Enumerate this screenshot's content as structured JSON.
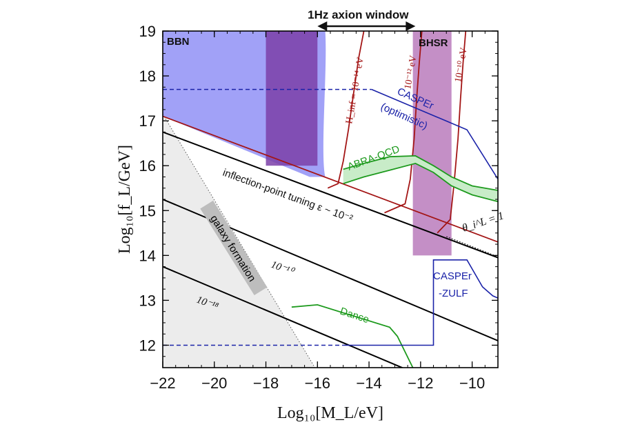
{
  "chart_data": {
    "type": "line",
    "xlabel": "Log₁₀[M_L/eV]",
    "ylabel": "Log₁₀[f_L/GeV]",
    "xlim": [
      -22,
      -9
    ],
    "ylim": [
      11.5,
      19
    ],
    "x_ticks": [
      -22,
      -20,
      -18,
      -16,
      -14,
      -12,
      -10
    ],
    "y_ticks": [
      12,
      13,
      14,
      15,
      16,
      17,
      18,
      19
    ],
    "top_annotation": "1Hz axion window",
    "top_window_x": [
      -16,
      -12.2
    ],
    "regions": [
      {
        "name": "BBN",
        "color": "#8c8cf5"
      },
      {
        "name": "BHSR",
        "color": "#b06ab3",
        "x": [
          -12.3,
          -10.8
        ],
        "y": [
          14,
          19
        ]
      },
      {
        "name": "galaxy formation",
        "color": "#e6e6e6"
      },
      {
        "name": "purple-band",
        "color": "#7b3fa8",
        "x": [
          -18,
          -16
        ],
        "y": [
          16,
          19
        ]
      }
    ],
    "tuning_lines": {
      "color": "#000000",
      "labels": [
        "inflection-point tuning ε ~ 10⁻²",
        "10⁻¹⁰",
        "10⁻¹⁸"
      ],
      "series": [
        {
          "x": [
            -22,
            -9
          ],
          "y": [
            17.1,
            14.3
          ]
        },
        {
          "x": [
            -22,
            -9
          ],
          "y": [
            16.75,
            13.95
          ]
        },
        {
          "x": [
            -22,
            -9
          ],
          "y": [
            15.25,
            12.1
          ]
        },
        {
          "x": [
            -22,
            -9
          ],
          "y": [
            13.75,
            10.6
          ]
        }
      ]
    },
    "hinf_curves": {
      "color": "#a31515",
      "labels": [
        "H_inf = 10⁻¹⁴ eV",
        "10⁻¹² eV",
        "10⁻¹⁰ eV"
      ],
      "series": [
        {
          "x": [
            -15.6,
            -15.2,
            -15.0,
            -14.8,
            -14.6,
            -14.4,
            -14.2
          ],
          "y": [
            15.5,
            15.6,
            16.1,
            16.8,
            17.6,
            18.4,
            19.0
          ]
        },
        {
          "x": [
            -13.4,
            -12.6,
            -12.4,
            -12.25,
            -12.15,
            -12.05,
            -11.95
          ],
          "y": [
            14.95,
            15.15,
            15.7,
            16.6,
            17.5,
            18.3,
            19.0
          ]
        },
        {
          "x": [
            -11.35,
            -10.85,
            -10.7,
            -10.55,
            -10.45,
            -10.35,
            -10.25
          ],
          "y": [
            14.5,
            14.8,
            15.6,
            16.6,
            17.5,
            18.3,
            19.0
          ]
        }
      ]
    },
    "casper_optimistic": {
      "color": "#1a22a8",
      "label": "CASPEr (optimistic)",
      "dashed": {
        "x": [
          -22,
          -13.9
        ],
        "y": [
          17.7,
          17.7
        ]
      },
      "solid": {
        "x": [
          -13.9,
          -10.2,
          -9
        ],
        "y": [
          17.7,
          16.8,
          15.7
        ]
      }
    },
    "casper_zulf": {
      "color": "#1a22a8",
      "label": "CASPEr -ZULF",
      "dashed": {
        "x": [
          -22,
          -15
        ],
        "y": [
          12.0,
          12.0
        ]
      },
      "solid": {
        "x": [
          -15,
          -11.5,
          -11.5,
          -10.2,
          -9.6,
          -9.2,
          -9
        ],
        "y": [
          12.0,
          12.0,
          13.9,
          13.9,
          13.3,
          13.1,
          13.05
        ]
      }
    },
    "abra_qcd": {
      "color": "#1d9a1d",
      "fill": "#c8ecc8",
      "label": "ABRA-QCD",
      "upper": {
        "x": [
          -15,
          -14.2,
          -13.2,
          -12.2,
          -11.5,
          -10.8,
          -10,
          -9
        ],
        "y": [
          15.92,
          16.05,
          16.2,
          16.22,
          16.0,
          15.75,
          15.55,
          15.45
        ]
      },
      "lower": {
        "x": [
          -15,
          -14.2,
          -13.2,
          -12.2,
          -11.5,
          -10.8,
          -10,
          -9
        ],
        "y": [
          15.6,
          15.75,
          15.9,
          16.05,
          15.85,
          15.55,
          15.35,
          15.2
        ]
      }
    },
    "dance": {
      "color": "#1d9a1d",
      "label": "Dance",
      "series": {
        "x": [
          -17,
          -16.0,
          -13.2,
          -12.9,
          -12.3
        ],
        "y": [
          12.85,
          12.9,
          12.4,
          12.2,
          11.5
        ]
      }
    },
    "theta_line": {
      "label": "θ_i^L = 1",
      "x": [
        -11.0,
        -9
      ],
      "y": [
        14.42,
        13.97
      ]
    },
    "galaxy_boundary": {
      "x": [
        -22,
        -16.1
      ],
      "y": [
        17.15,
        11.5
      ]
    }
  }
}
